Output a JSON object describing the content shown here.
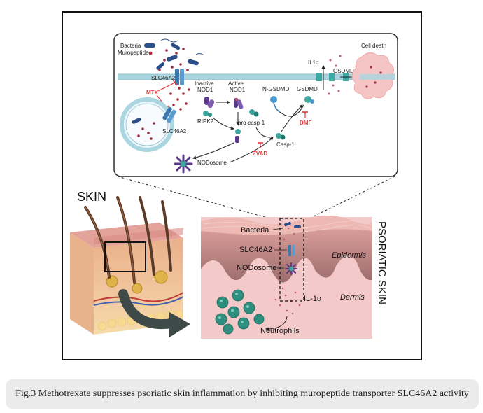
{
  "mechanism": {
    "bacteria": "Bacteria",
    "muropeptide": "Muropeptide",
    "slc46a2_membrane": "SLC46A2",
    "slc46a2_vesicle": "SLC46A2",
    "mtx": "MTX",
    "inactive_nod1": [
      "Inactive",
      "NOD1"
    ],
    "active_nod1": [
      "Active",
      "NOD1"
    ],
    "ripk2": "RIPK2",
    "pro_casp1": "pro-casp-1",
    "nodosome": "NODosome",
    "zvad": "ZVAD",
    "casp1": "Casp-1",
    "n_gsdmd": "N-GSDMD",
    "gsdmd": "GSDMD",
    "dmf": "DMF",
    "il1a": "IL1α",
    "gsdmd_pores": "GSDMD pores",
    "cell_death": "Cell death"
  },
  "tissue": {
    "skin": "SKIN",
    "psoriatic_skin": "PSORIATIC SKIN",
    "bacteria": "Bacteria",
    "slc46a2": "SLC46A2",
    "nodosome": "NODosome",
    "il1a": "IL-1α",
    "neutrophils": "Neutrophils",
    "epidermis": "Epidermis",
    "dermis": "Dermis"
  },
  "caption": "Fig.3 Methotrexate suppresses psoriatic skin inflammation by inhibiting muropeptide transporter SLC46A2 activity",
  "colors": {
    "membrane": "#a9d6e0",
    "inhibitor": "#e23b3b",
    "nod1": "#5b3a8c",
    "neutrophil": "#2e8f7e",
    "epidermis": "#b77f7f",
    "dermis": "#f4c9c9",
    "arrow": "#3d4a48"
  }
}
